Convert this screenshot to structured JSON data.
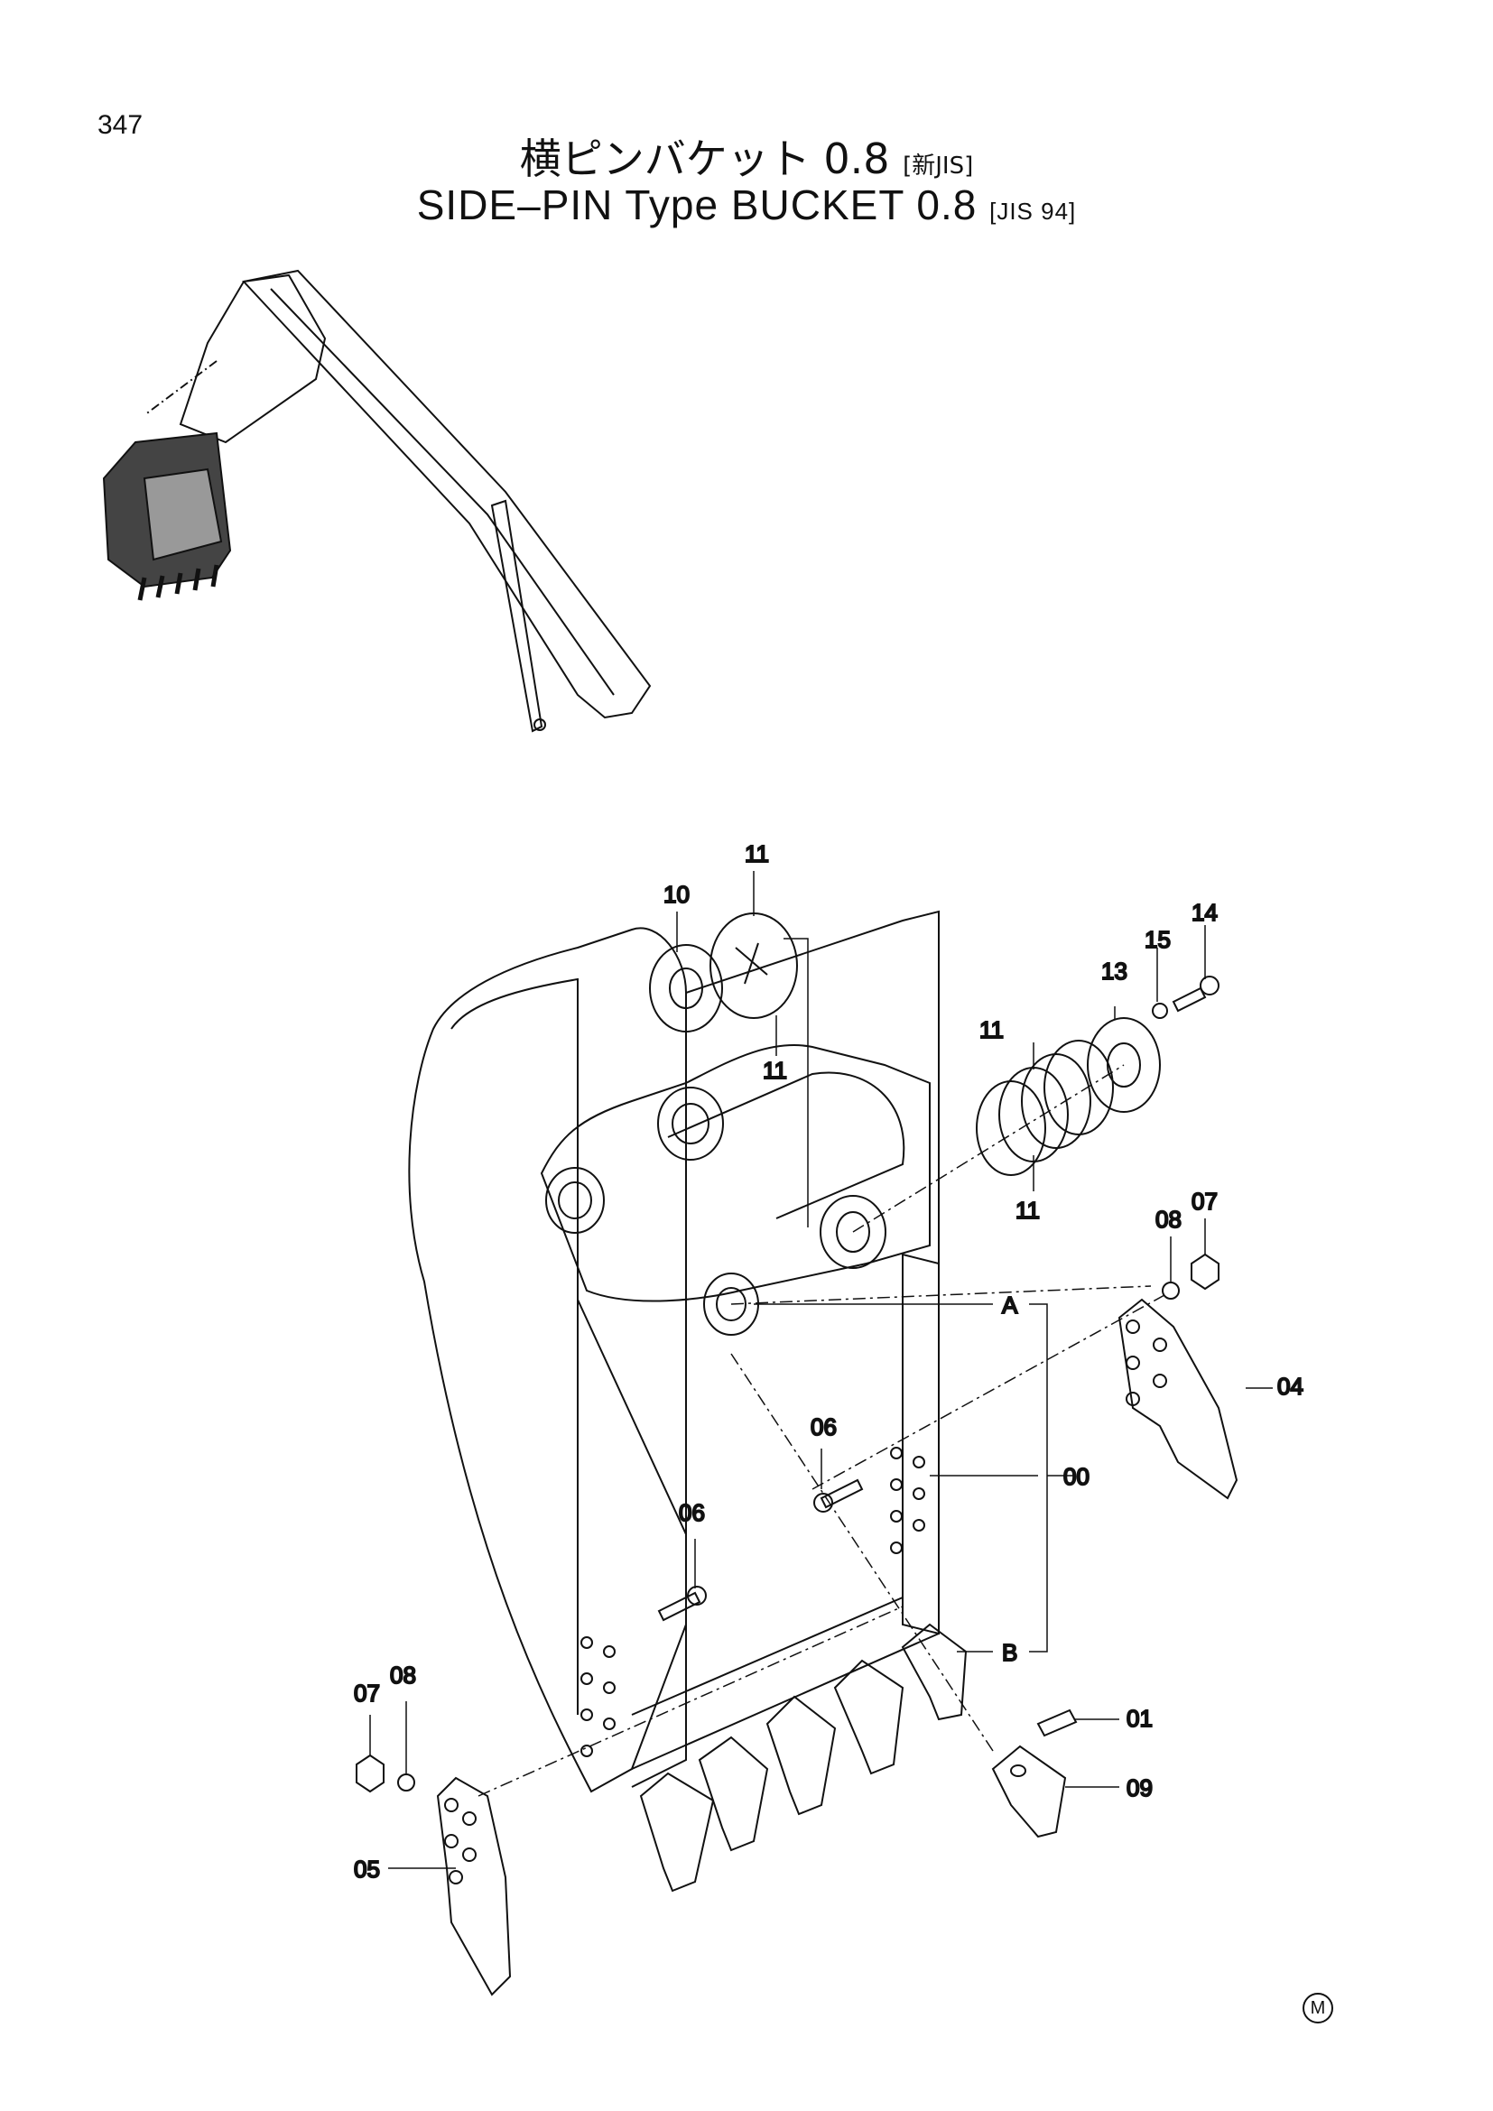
{
  "page": {
    "number": "347",
    "title_jp": "横ピンバケット 0.8",
    "title_jp_tag": "[新JIS]",
    "title_en": "SIDE–PIN Type BUCKET 0.8",
    "title_en_tag": "[JIS 94]",
    "mark": "M"
  },
  "callouts": {
    "c11a": "11",
    "c11b": "11",
    "c11c": "11",
    "c11d": "11",
    "c10": "10",
    "c13": "13",
    "c14": "14",
    "c15": "15",
    "c07a": "07",
    "c08a": "08",
    "cA": "A",
    "c04": "04",
    "c06a": "06",
    "c00": "00",
    "c06b": "06",
    "cB": "B",
    "c07b": "07",
    "c08b": "08",
    "c01": "01",
    "c09": "09",
    "c05": "05"
  }
}
